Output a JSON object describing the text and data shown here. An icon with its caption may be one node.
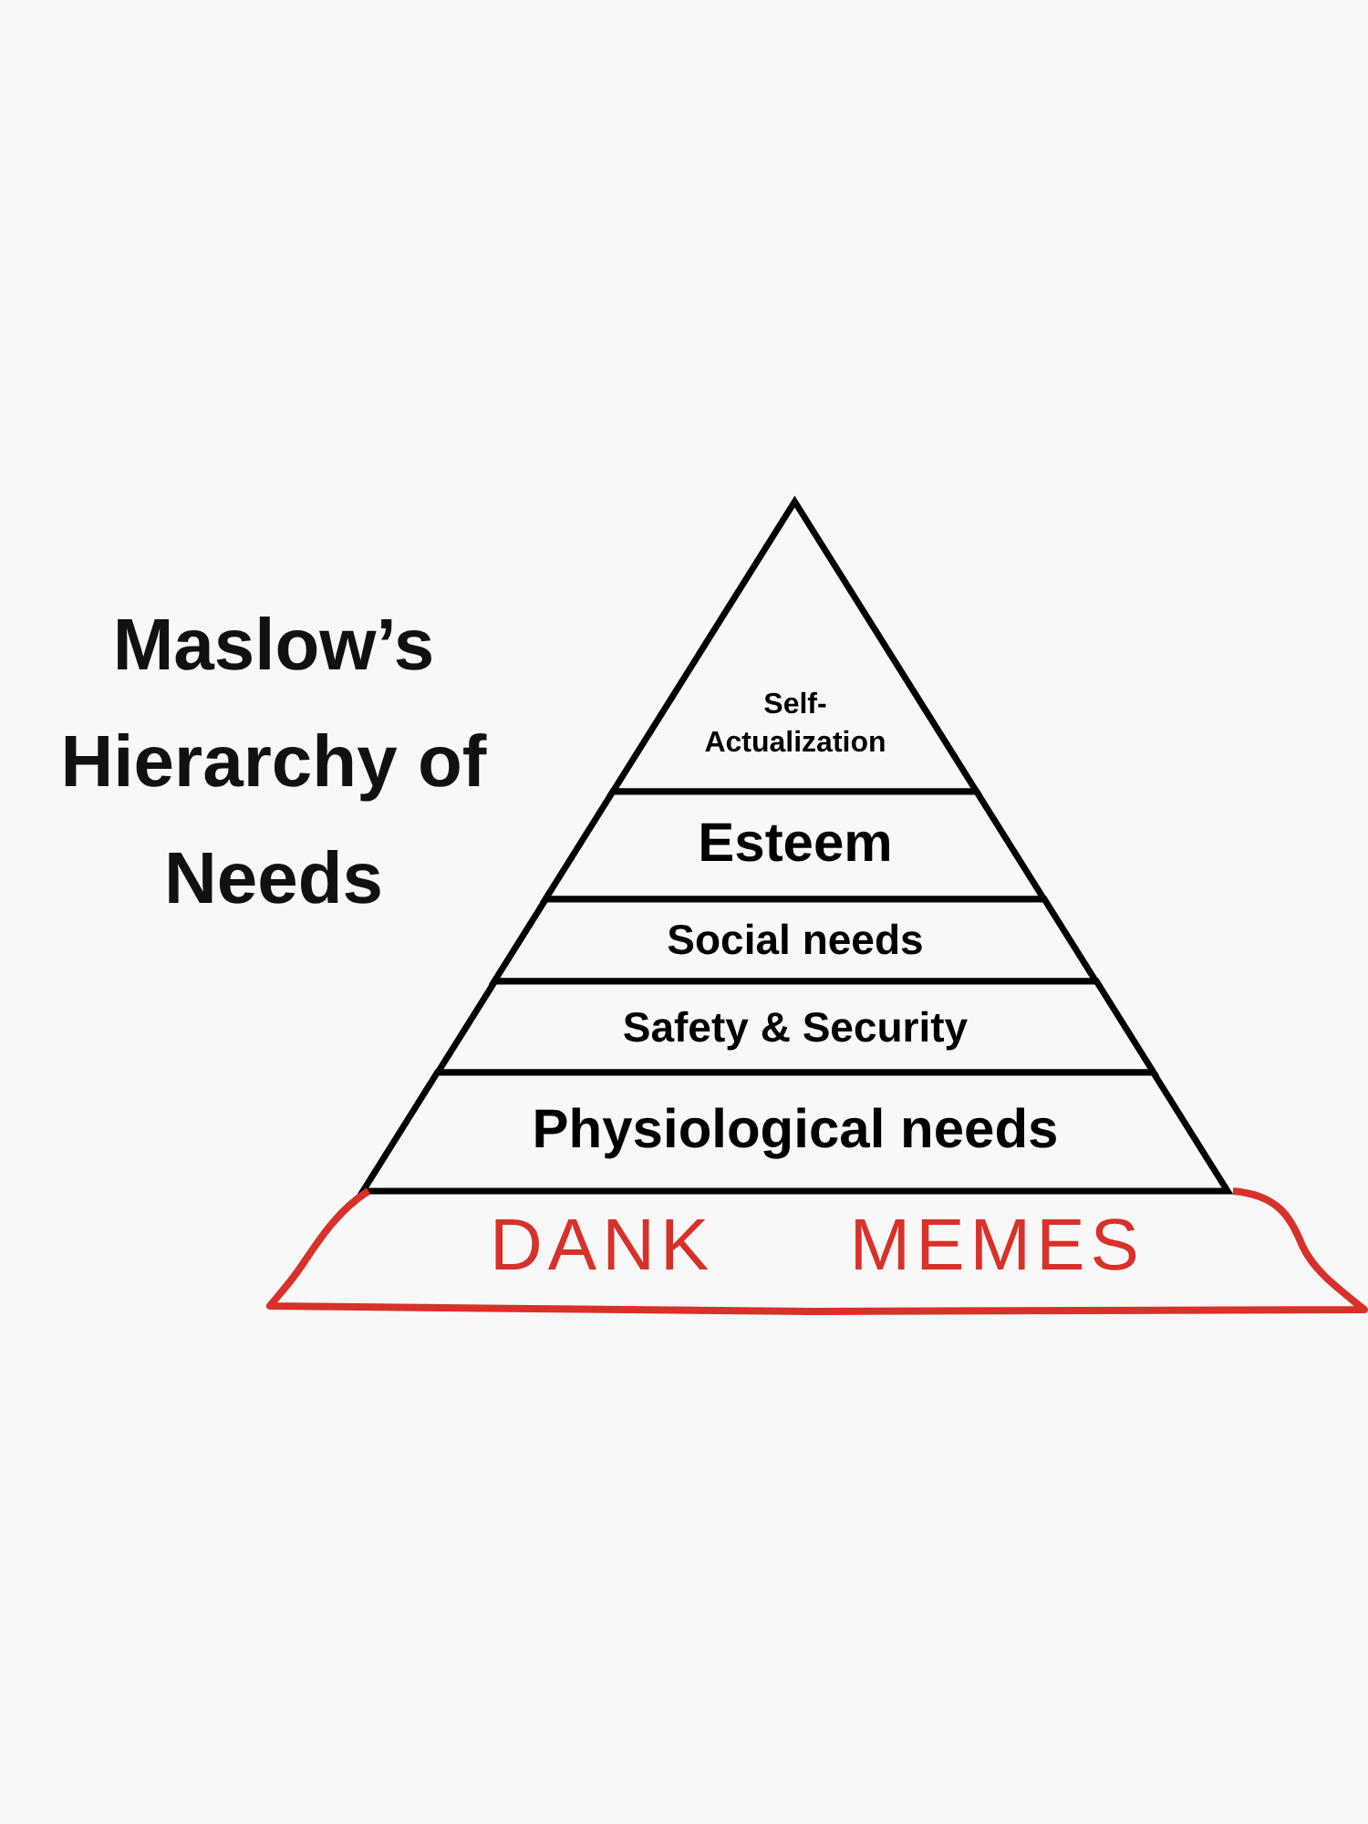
{
  "diagram": {
    "title": "Maslow’s Hierarchy of Needs",
    "nodes": [
      {
        "text": [
          "Self- Actualization"
        ]
      },
      {
        "text": [
          "Esteem"
        ]
      },
      {
        "text": [
          "Social needs"
        ]
      },
      {
        "text": [
          "Safety & Security"
        ]
      },
      {
        "text": [
          "Physiological needs"
        ]
      },
      {
        "text": [
          "DANK MEMES"
        ]
      }
    ],
    "edges": []
  }
}
